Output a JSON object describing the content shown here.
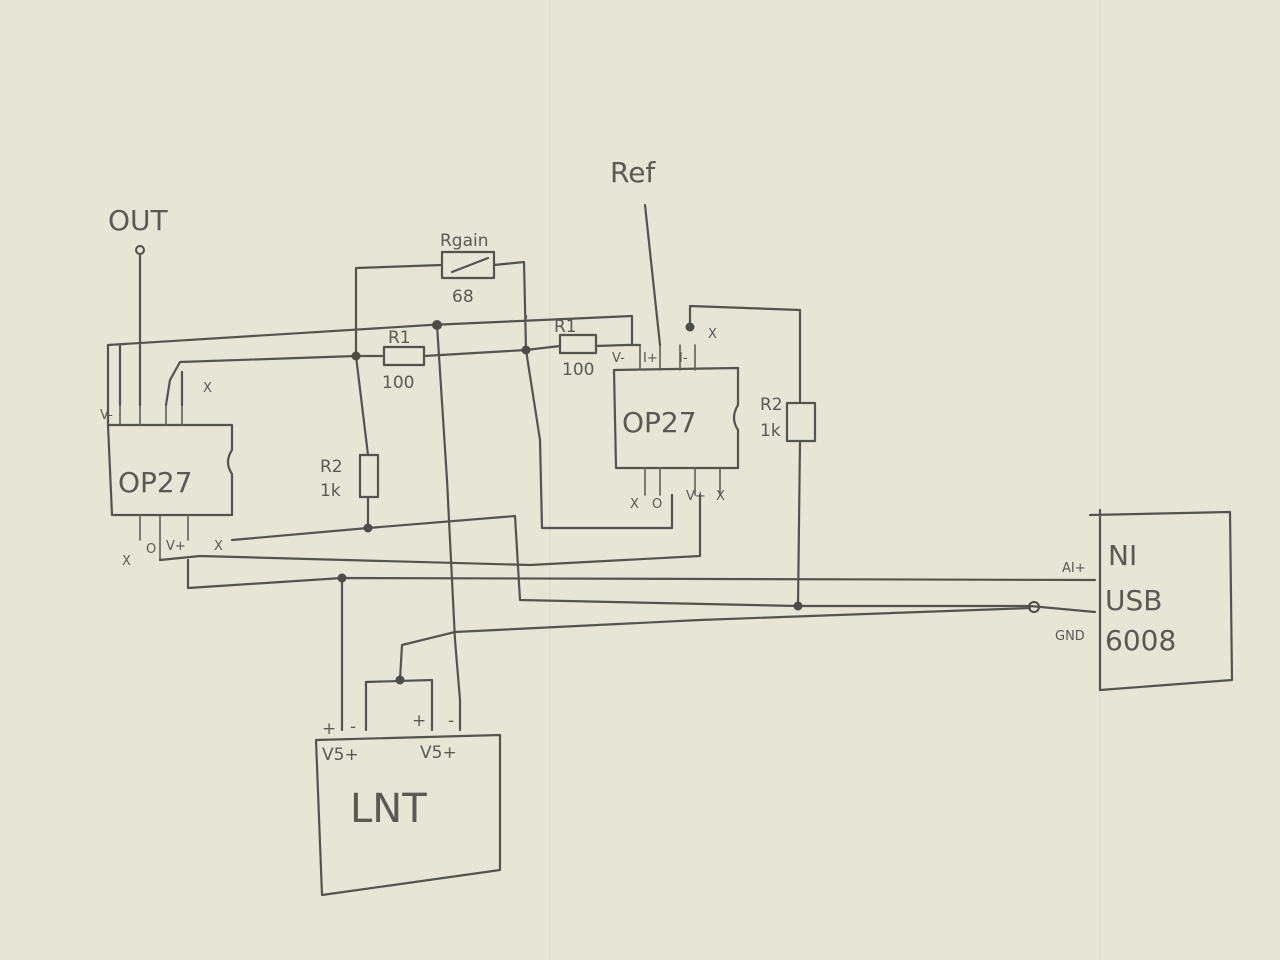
{
  "labels": {
    "out": "OUT",
    "ref": "Ref",
    "rgain": "Rgain",
    "rgain_value": "68",
    "r1_a": "R1",
    "r1_a_value": "100",
    "r1_b": "R1",
    "r1_b_value": "100",
    "r2_a": "R2",
    "r2_a_value": "1k",
    "r2_b": "R2",
    "r2_b_value": "1k",
    "opamp_left": "OP27",
    "opamp_right": "OP27",
    "lnt": "LNT",
    "lnt_v_left": "V5+",
    "lnt_v_right": "V5+",
    "usb_line1": "NI",
    "usb_line2": "USB",
    "usb_line3": "6008",
    "ai_pin": "AI+",
    "gnd_pin": "GND",
    "pin_vminus_left": "V-",
    "pin_vminus_right": "V-",
    "pin_vplus_left": "V+",
    "pin_vplus_right": "V+",
    "pin_out_left": "O",
    "pin_out_right": "O",
    "pin_in_plus": "I+",
    "pin_in_minus": "I-",
    "nc": "X",
    "plus": "+",
    "minus": "-"
  }
}
